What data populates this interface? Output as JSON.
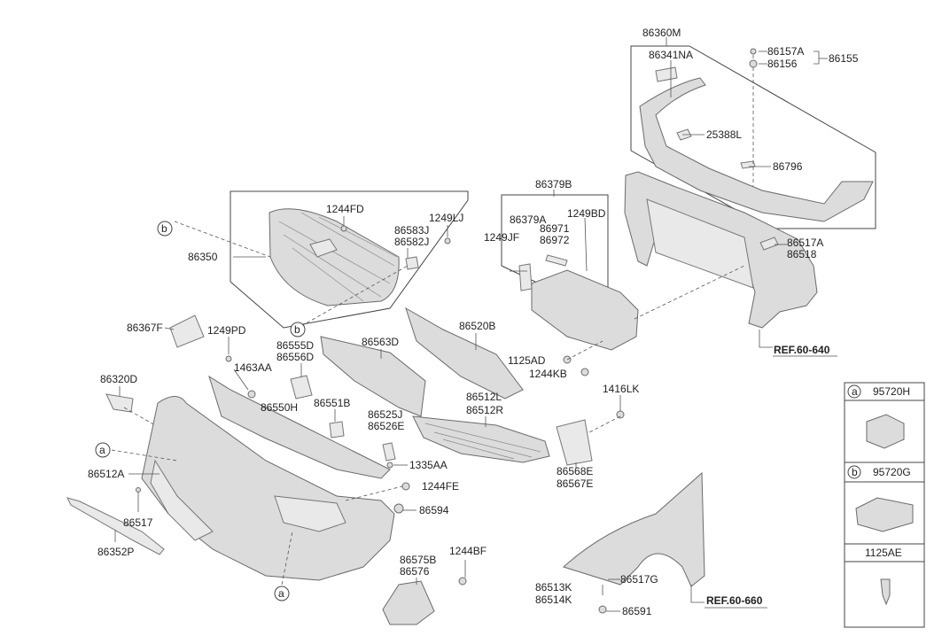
{
  "labels": {
    "l_86360M": "86360M",
    "l_86341NA": "86341NA",
    "l_86157A": "86157A",
    "l_86156": "86156",
    "l_86155": "86155",
    "l_25388L": "25388L",
    "l_86796": "86796",
    "l_86379B": "86379B",
    "l_86379A": "86379A",
    "l_1249BD": "1249BD",
    "l_1249JF": "1249JF",
    "l_86971": "86971",
    "l_86972": "86972",
    "l_86517A": "86517A",
    "l_86518": "86518",
    "l_1244FD": "1244FD",
    "l_1249LJ": "1249LJ",
    "l_86583J": "86583J",
    "l_86582J": "86582J",
    "l_86350": "86350",
    "l_86367F": "86367F",
    "l_1249PD": "1249PD",
    "l_86555D": "86555D",
    "l_86556D": "86556D",
    "l_86563D": "86563D",
    "l_86520B": "86520B",
    "l_1125AD": "1125AD",
    "l_1244KB": "1244KB",
    "l_86320D": "86320D",
    "l_1463AA": "1463AA",
    "l_86550H": "86550H",
    "l_86551B": "86551B",
    "l_86512L": "86512L",
    "l_86512R": "86512R",
    "l_1416LK": "1416LK",
    "l_86525J": "86525J",
    "l_86526E": "86526E",
    "l_1335AA": "1335AA",
    "l_86512A": "86512A",
    "l_1244FE": "1244FE",
    "l_86568E": "86568E",
    "l_86567E": "86567E",
    "l_86517": "86517",
    "l_86594": "86594",
    "l_86352P": "86352P",
    "l_86575B": "86575B",
    "l_86576": "86576",
    "l_1244BF": "1244BF",
    "l_86513K": "86513K",
    "l_86514K": "86514K",
    "l_86517G": "86517G",
    "l_86591": "86591",
    "ref_640": "REF.60-640",
    "ref_660": "REF.60-660"
  },
  "callouts": {
    "a1": "a",
    "a2": "a",
    "b1": "b",
    "b2": "b"
  },
  "legend": {
    "a_letter": "a",
    "a_part": "95720H",
    "b_letter": "b",
    "b_part": "95720G",
    "c_part": "1125AE"
  }
}
